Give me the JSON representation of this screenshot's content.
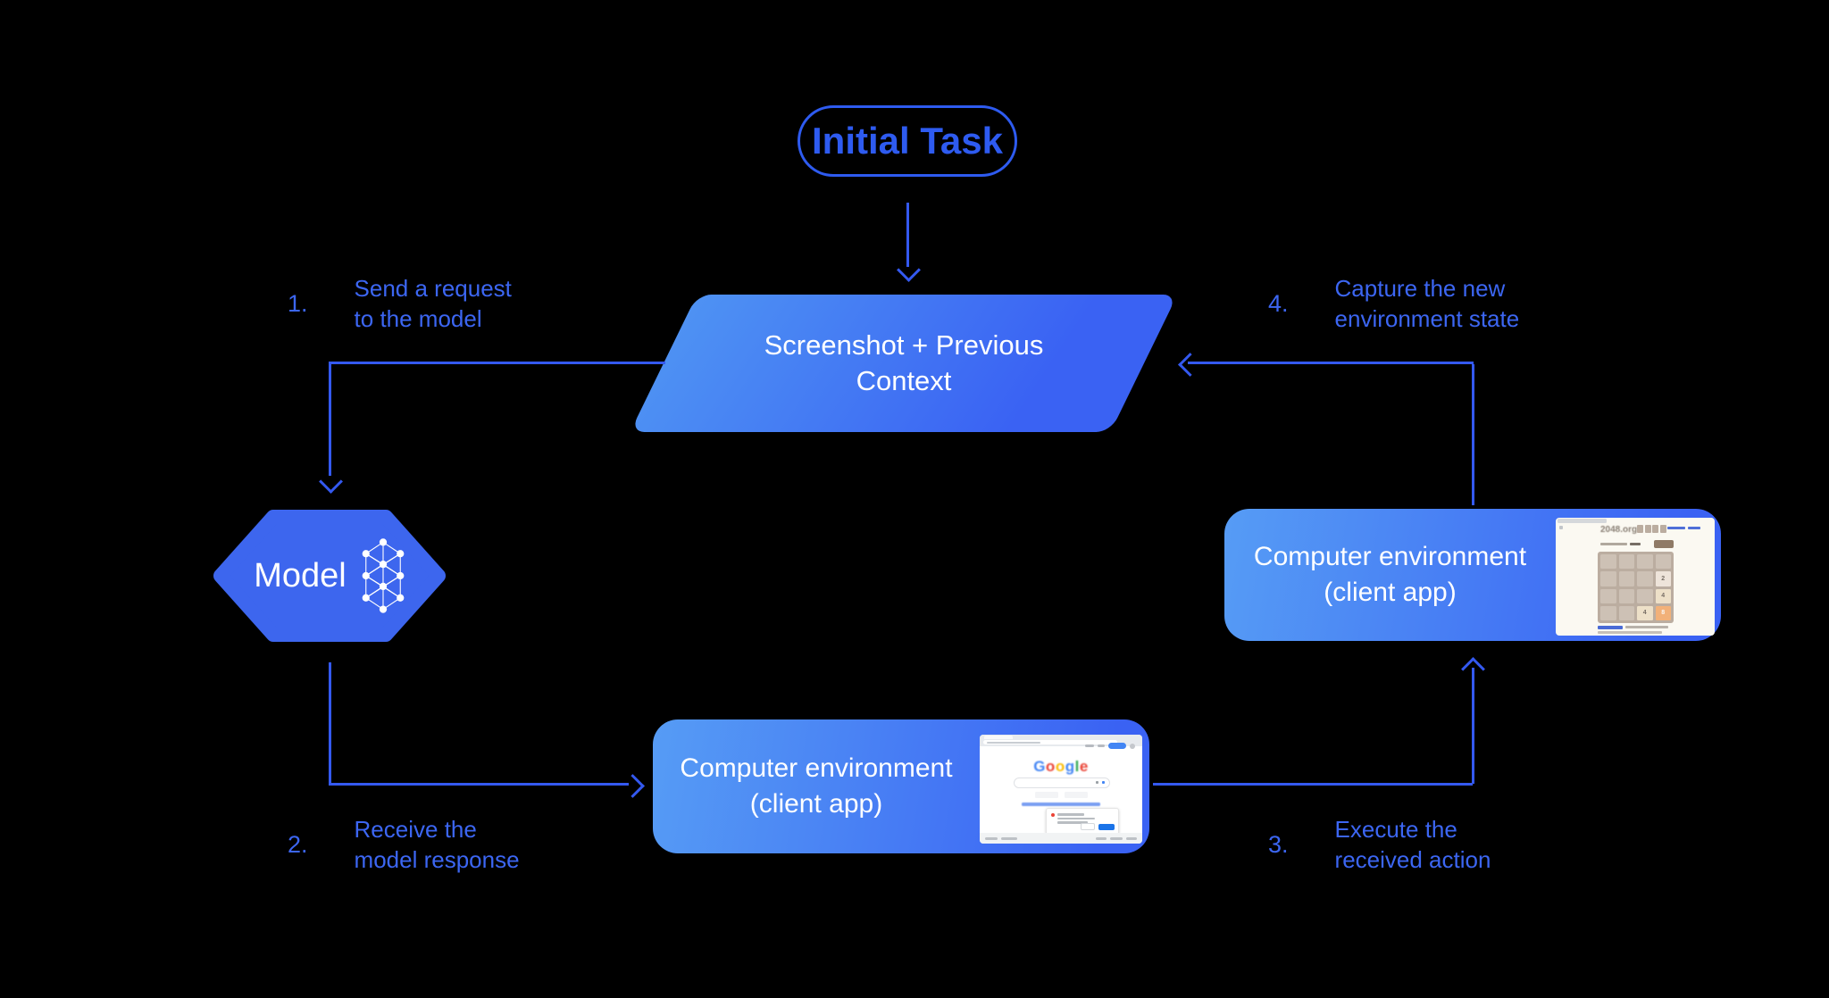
{
  "colors": {
    "background": "#000000",
    "accent_line": "#3459F0",
    "label_text": "#3C66F2",
    "pill_stroke": "#2E5BF0",
    "shape_light": "#4E92F3",
    "shape_dark": "#3A62F3",
    "box_light": "#569CF5",
    "hexagon_fill": "#3D66EE",
    "node_text": "#FFFFFF",
    "google_blue": "#4285F4",
    "google_red": "#EA4335",
    "google_yellow": "#FBBC05",
    "google_green": "#34A853",
    "google_button": "#1A73E8",
    "g2048_page": "#FBF9F2",
    "g2048_board": "#BBADA0",
    "g2048_cell": "#CDC1B5",
    "g2048_tile2": "#EEE4DA",
    "g2048_tile4": "#EDE0C8",
    "g2048_tile8": "#F2B179",
    "g2048_text": "#776E65",
    "g2048_tile8_text": "#F9F6F2",
    "g2048_button": "#8F7A66"
  },
  "nodes": {
    "initial_task": {
      "label": "Initial Task"
    },
    "screenshot_context": {
      "line1": "Screenshot + Previous",
      "line2": "Context"
    },
    "model": {
      "label": "Model"
    },
    "computer_env_bottom": {
      "line1": "Computer environment",
      "line2": "(client app)"
    },
    "computer_env_right": {
      "line1": "Computer environment",
      "line2": "(client app)"
    }
  },
  "steps": [
    {
      "num": "1.",
      "line1": "Send a request",
      "line2": "to the model"
    },
    {
      "num": "2.",
      "line1": "Receive the",
      "line2": "model response"
    },
    {
      "num": "3.",
      "line1": "Execute the",
      "line2": "received action"
    },
    {
      "num": "4.",
      "line1": "Capture the new",
      "line2": "environment state"
    }
  ],
  "thumbnails": {
    "google": {
      "logo_letters": [
        "G",
        "o",
        "o",
        "g",
        "l",
        "e"
      ]
    },
    "game2048": {
      "site": "2048.org",
      "tiles": [
        "2",
        "4",
        "4",
        "8"
      ]
    }
  }
}
